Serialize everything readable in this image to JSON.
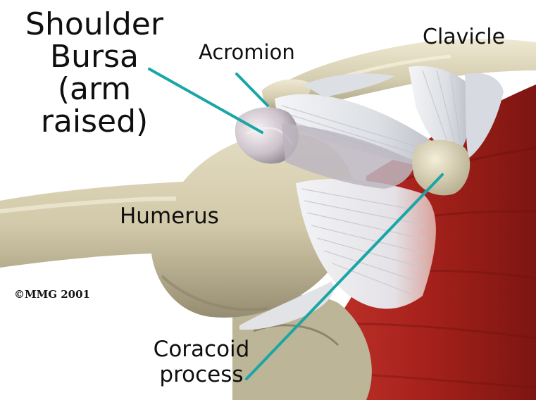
{
  "labels": {
    "shoulder_bursa": [
      "Shoulder",
      "Bursa",
      "(arm",
      "raised)"
    ],
    "acromion": "Acromion",
    "clavicle": "Clavicle",
    "humerus": "Humerus",
    "coracoid": [
      "Coracoid",
      "process"
    ],
    "copyright": "©MMG 2001"
  },
  "colors": {
    "background": "#ffffff",
    "bone": "#d8d0b4",
    "muscle": "#a8221c",
    "ligament": "#e6e8ec",
    "bursa": "#c9bfc7",
    "leader_line": "#1aa6a6",
    "label_text": "#0f0f0f"
  }
}
